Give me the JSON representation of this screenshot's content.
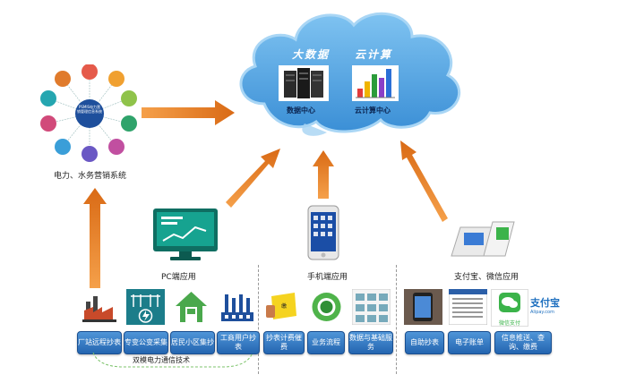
{
  "cloud": {
    "title_left": "大数据",
    "title_right": "云计算",
    "data_center_label": "数据中心",
    "cloud_center_label": "云计算中心"
  },
  "system": {
    "label": "电力、水务营销系统",
    "hub_label": "PSMIS电力营销管理信息系统"
  },
  "pc": {
    "label": "PC端应用"
  },
  "mobile": {
    "label": "手机端应用"
  },
  "pay": {
    "label": "支付宝、微信应用",
    "alipay_logo_text": "支付宝",
    "alipay_logo_sub": "Alipay.com",
    "wechat_pay_text": "微信支付"
  },
  "buttons": {
    "b1": "厂站远程抄表",
    "b2": "专变公变采集",
    "b3": "居民小区集抄",
    "b4": "工商用户抄表",
    "b5": "抄表计费催费",
    "b6": "业务流程",
    "b7": "数据与基础服务",
    "b8": "自助抄表",
    "b9": "电子账单",
    "b10": "信息推送、查询、缴费"
  },
  "comm": {
    "label": "双模电力通信技术"
  },
  "colors": {
    "arrow": "#e8852c",
    "cloud": "#5aa9e6",
    "button": "#2e72bf"
  },
  "icons": [
    "factory-icon",
    "substation-icon",
    "house-icon",
    "industry-icon",
    "server-icon",
    "bar-chart-icon",
    "monitor-icon",
    "phone-icon",
    "pos-terminal-icon"
  ]
}
